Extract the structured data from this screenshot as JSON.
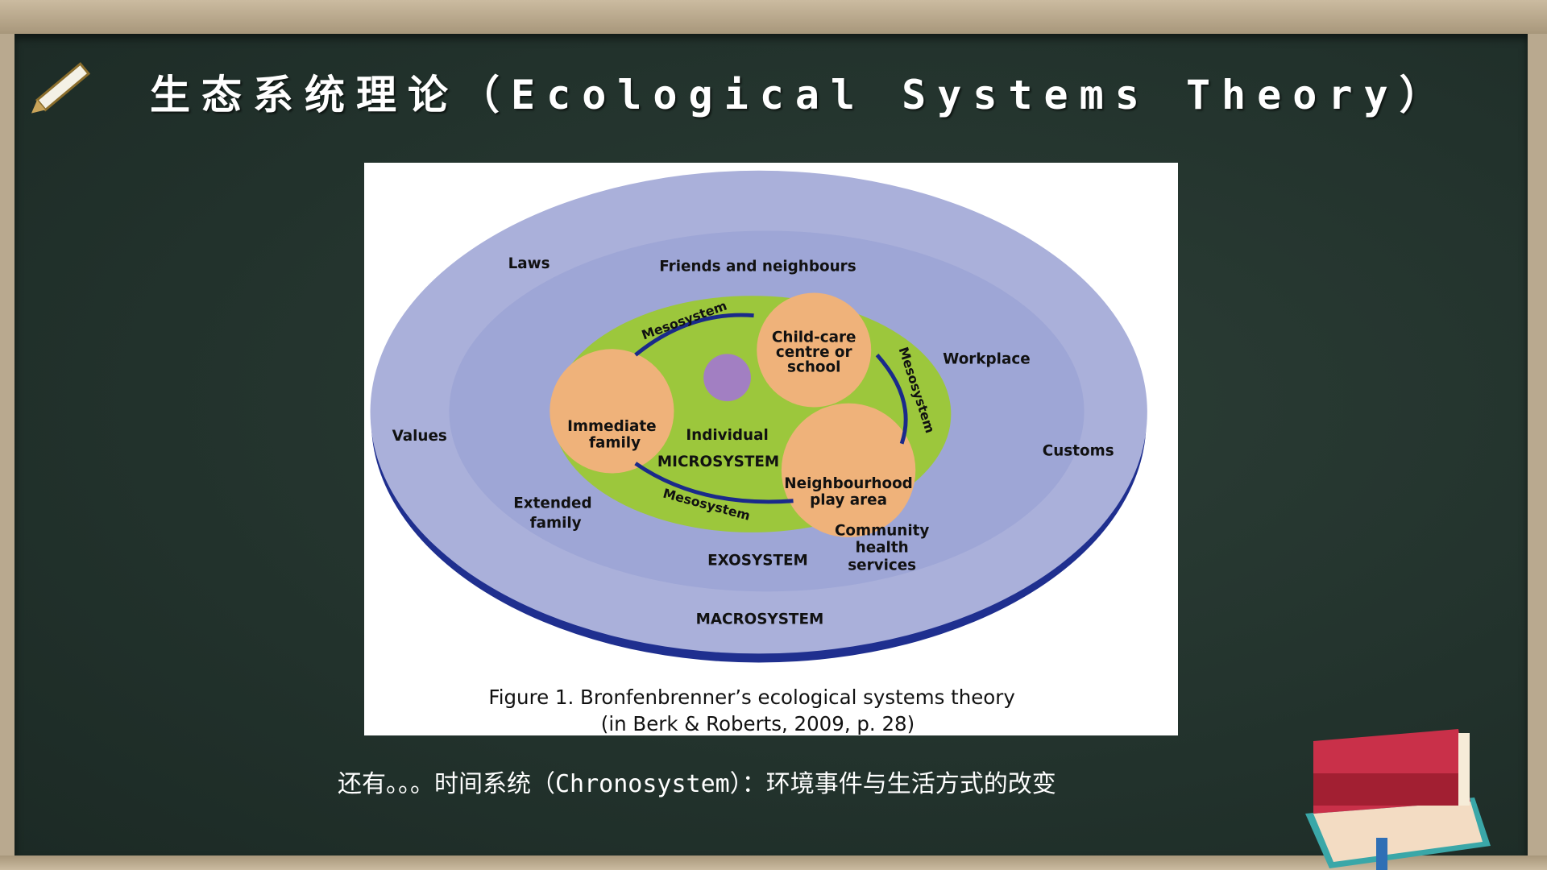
{
  "title": "生态系统理论（Ecological Systems Theory）",
  "figure": {
    "labels": {
      "laws": "Laws",
      "friends": "Friends and neighbours",
      "workplace": "Workplace",
      "values": "Values",
      "customs": "Customs",
      "extended_1": "Extended",
      "extended_2": "family",
      "childcare_1": "Child-care",
      "childcare_2": "centre or",
      "childcare_3": "school",
      "immediate_1": "Immediate",
      "immediate_2": "family",
      "individual": "Individual",
      "microsystem": "MICROSYSTEM",
      "neighbourhood_1": "Neighbourhood",
      "neighbourhood_2": "play area",
      "community_1": "Community",
      "community_2": "health",
      "community_3": "services",
      "exosystem": "EXOSYSTEM",
      "macrosystem": "MACROSYSTEM",
      "mesosystem": "Mesosystem"
    },
    "caption_1": "Figure 1. Bronfenbrenner’s ecological systems theory",
    "caption_2": "(in Berk & Roberts, 2009, p. 28)"
  },
  "subtitle": "还有。。。时间系统（Chronosystem）：环境事件与生活方式的改变",
  "colors": {
    "board": "#22322c",
    "macro": "#aab0da",
    "exo": "#9ea6d6",
    "micro": "#9cc73c",
    "circle": "#efb27a",
    "rim": "#1f2f8f"
  }
}
